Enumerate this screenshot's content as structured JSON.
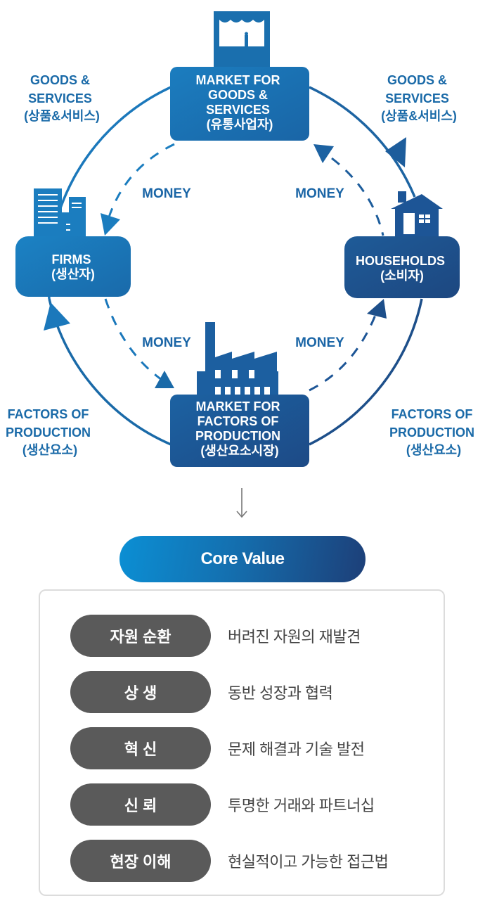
{
  "diagram": {
    "title": "Circular flow of economy",
    "nodes": {
      "market_goods": {
        "lines": [
          "MARKET FOR",
          "GOODS &",
          "SERVICES",
          "(유통사업자)"
        ]
      },
      "firms": {
        "lines": [
          "FIRMS",
          "(생산자)"
        ]
      },
      "households": {
        "lines": [
          "HOUSEHOLDS",
          "(소비자)"
        ]
      },
      "market_factors": {
        "lines": [
          "MARKET FOR",
          "FACTORS OF",
          "PRODUCTION",
          "(생산요소시장)"
        ]
      }
    },
    "flow_labels": {
      "goods_left": [
        "GOODS &",
        "SERVICES",
        "(상품&서비스)"
      ],
      "goods_right": [
        "GOODS &",
        "SERVICES",
        "(상품&서비스)"
      ],
      "factors_left": [
        "FACTORS OF",
        "PRODUCTION",
        "(생산요소)"
      ],
      "factors_right": [
        "FACTORS OF",
        "PRODUCTION",
        "(생산요소)"
      ],
      "money_top_left": "MONEY",
      "money_top_right": "MONEY",
      "money_bottom_left": "MONEY",
      "money_bottom_right": "MONEY"
    },
    "colors": {
      "primary": "#1a6aa8",
      "dark": "#1d4a86",
      "light": "#1b7fc0"
    }
  },
  "core_value": {
    "title": "Core Value",
    "items": [
      {
        "label": "자원 순환",
        "desc": "버려진 자원의 재발견"
      },
      {
        "label": "상 생",
        "desc": "동반 성장과 협력"
      },
      {
        "label": "혁 신",
        "desc": "문제 해결과 기술 발전"
      },
      {
        "label": "신 뢰",
        "desc": "투명한 거래와 파트너십"
      },
      {
        "label": "현장 이해",
        "desc": "현실적이고 가능한 접근법"
      }
    ]
  }
}
